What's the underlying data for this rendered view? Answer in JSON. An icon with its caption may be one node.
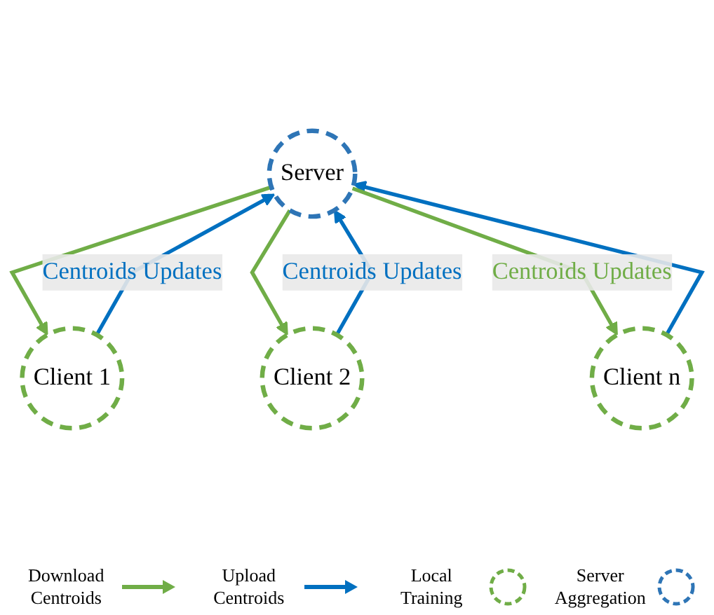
{
  "diagram": {
    "nodes": [
      {
        "text": [
          "Server"
        ]
      },
      {
        "text": [
          "Client 1"
        ]
      },
      {
        "text": [
          "Client 2"
        ]
      },
      {
        "text": [
          "Client n"
        ]
      }
    ],
    "edges": [
      {
        "from": 1,
        "to": 0,
        "arrow": "to",
        "label": "Centroids Updates",
        "color": "#0070c0"
      },
      {
        "from": 0,
        "to": 1,
        "arrow": "to",
        "color": "#70ad47"
      },
      {
        "from": 2,
        "to": 0,
        "arrow": "to",
        "label": "Centroids Updates",
        "color": "#0070c0"
      },
      {
        "from": 0,
        "to": 2,
        "arrow": "to",
        "color": "#70ad47"
      },
      {
        "from": 3,
        "to": 0,
        "arrow": "to",
        "color": "#0070c0"
      },
      {
        "from": 0,
        "to": 3,
        "arrow": "to",
        "label": "Centroids Updates",
        "color": "#70ad47"
      }
    ],
    "legend": [
      {
        "text": "Download Centroids"
      },
      {
        "text": "Upload Centroids"
      },
      {
        "text": "Local Training"
      },
      {
        "text": "Server Aggregation"
      }
    ]
  }
}
